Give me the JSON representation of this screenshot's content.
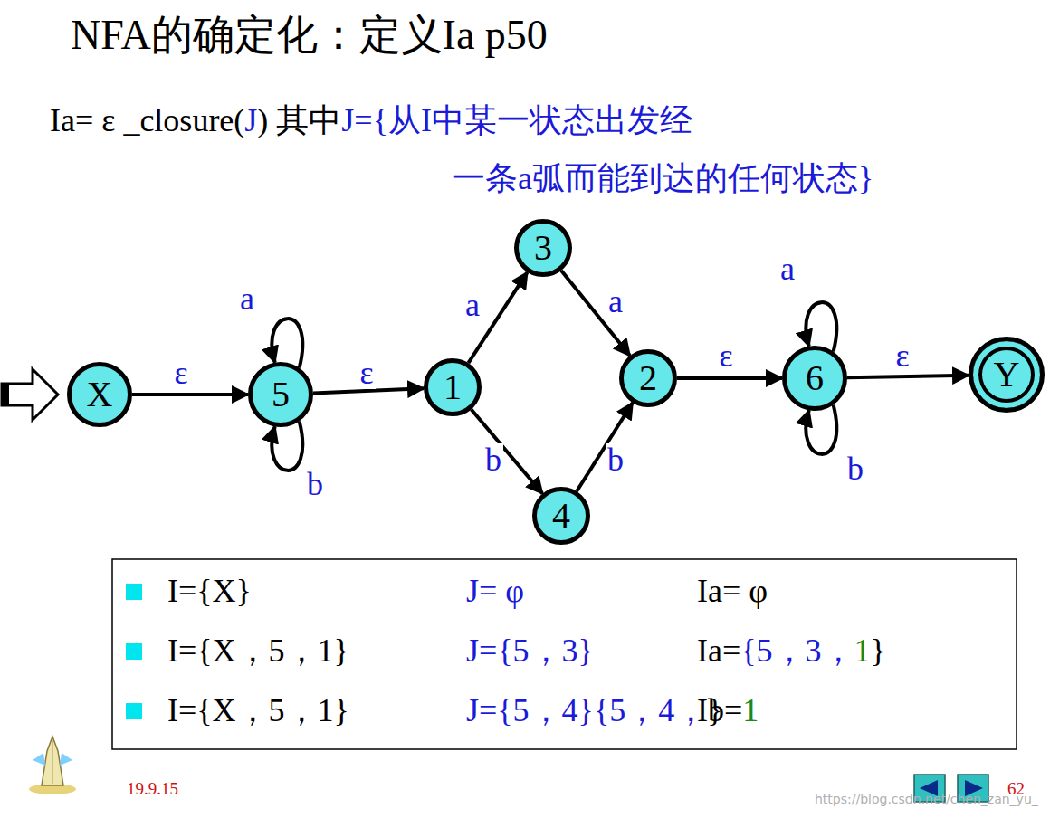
{
  "diagram": {
    "title": "NFA的确定化：定义Ia p50",
    "nodes": [
      {
        "text": [
          "X"
        ]
      },
      {
        "text": [
          "5"
        ]
      },
      {
        "text": [
          "1"
        ]
      },
      {
        "text": [
          "3"
        ]
      },
      {
        "text": [
          "4"
        ]
      },
      {
        "text": [
          "2"
        ]
      },
      {
        "text": [
          "6"
        ]
      },
      {
        "text": [
          "Y"
        ]
      }
    ],
    "edges": [
      {
        "from": 0,
        "to": 1,
        "arrow": "to",
        "label": "ε"
      },
      {
        "from": 1,
        "to": 1,
        "arrow": "to",
        "label": "a"
      },
      {
        "from": 1,
        "to": 1,
        "arrow": "to",
        "label": "b"
      },
      {
        "from": 1,
        "to": 2,
        "arrow": "to",
        "label": "ε"
      },
      {
        "from": 2,
        "to": 3,
        "arrow": "to",
        "label": "a"
      },
      {
        "from": 3,
        "to": 5,
        "arrow": "to",
        "label": "a"
      },
      {
        "from": 2,
        "to": 4,
        "arrow": "to",
        "label": "b"
      },
      {
        "from": 4,
        "to": 5,
        "arrow": "to",
        "label": "b"
      },
      {
        "from": 5,
        "to": 6,
        "arrow": "to",
        "label": "ε"
      },
      {
        "from": 6,
        "to": 6,
        "arrow": "to",
        "label": "a"
      },
      {
        "from": 6,
        "to": 6,
        "arrow": "to",
        "label": "b"
      },
      {
        "from": 6,
        "to": 7,
        "arrow": "to",
        "label": "ε"
      }
    ],
    "labels": [
      "Ia= ε _closure(",
      "J",
      ") 其中",
      "J={从I中某一状态出发经",
      "一条a弧而能到达的任何状态}",
      "I={X}",
      "J= φ",
      "Ia= φ",
      "I={X，5，1}",
      "J={5，3}",
      "Ia=",
      "{5，3，",
      "1",
      "}",
      "I={X，5，1}",
      "J={5，4}",
      "Ib=",
      "{5，4，",
      "1",
      "}",
      "19.9.15",
      "62",
      "https://blog.csdn.net/chen_zan_yu_"
    ]
  }
}
